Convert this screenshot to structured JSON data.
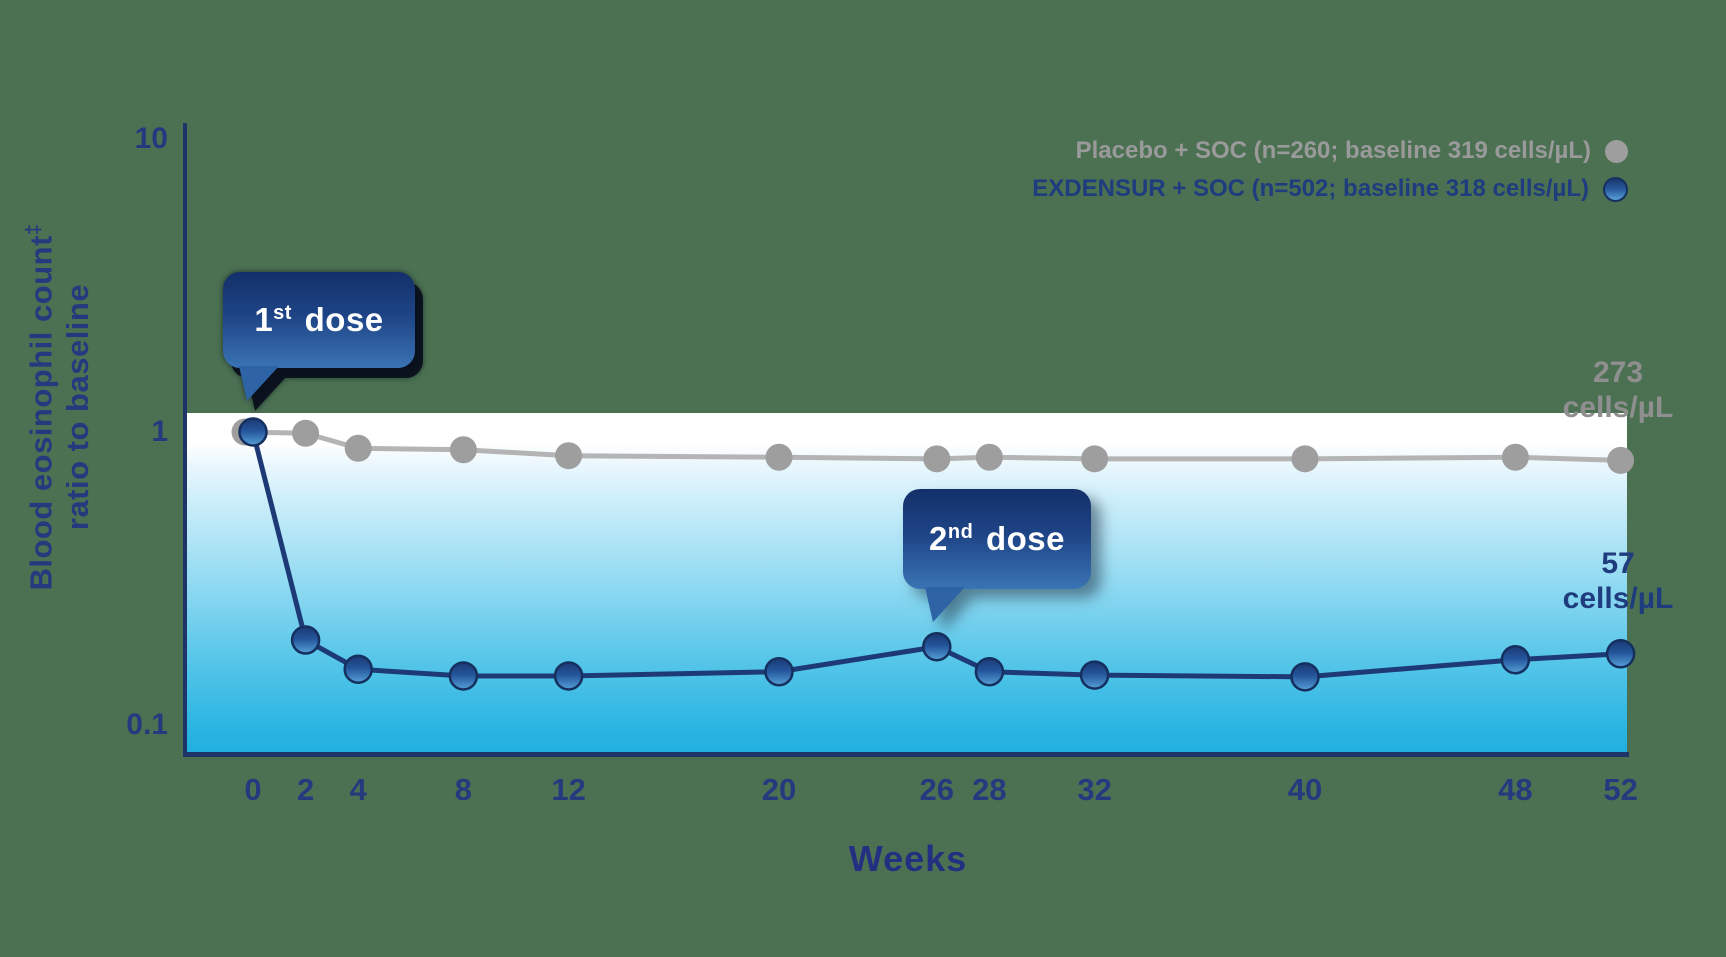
{
  "legend": {
    "items": [
      {
        "name": "placebo",
        "label": "Placebo + SOC (n=260; baseline 319 cells/µL)",
        "text_color": "#9a9a9a",
        "marker": "gray-dot"
      },
      {
        "name": "exdensur",
        "label": "EXDENSUR + SOC (n=502; baseline 318 cells/µL)",
        "text_color": "#1e3c7e",
        "marker": "navy-dot"
      }
    ]
  },
  "y_axis": {
    "title_line1": "Blood eosinophil count",
    "title_sup": "‡",
    "title_line2": "ratio to baseline",
    "tick_labels": [
      "10",
      "1",
      "0.1"
    ]
  },
  "x_axis": {
    "title": "Weeks"
  },
  "callouts": {
    "first": {
      "num": "1",
      "sup": "st",
      "rest": "dose"
    },
    "second": {
      "num": "2",
      "sup": "nd",
      "rest": "dose"
    }
  },
  "annotations": {
    "placebo_end": {
      "value": "273",
      "unit": "cells/µL"
    },
    "exdensur_end": {
      "value": "57",
      "unit": "cells/µL"
    }
  },
  "chart_data": {
    "type": "line",
    "x": [
      0,
      2,
      4,
      8,
      12,
      20,
      26,
      28,
      32,
      40,
      48,
      52
    ],
    "x_ticks": [
      "0",
      "2",
      "4",
      "8",
      "12",
      "20",
      "26",
      "28",
      "32",
      "40",
      "48",
      "52"
    ],
    "xlabel": "Weeks",
    "ylabel": "Blood eosinophil count‡ ratio to baseline",
    "y_scale": "log",
    "y_ticks": [
      10,
      1,
      0.1
    ],
    "ylim": [
      0.08,
      10
    ],
    "grid": false,
    "legend_position": "top-right",
    "series": [
      {
        "name": "Placebo + SOC (n=260; baseline 319 cells/µL)",
        "line_color": "#b4b4b4",
        "marker_color": "#9e9e9e",
        "values": [
          1.0,
          0.99,
          0.88,
          0.87,
          0.83,
          0.82,
          0.81,
          0.82,
          0.81,
          0.81,
          0.82,
          0.8
        ]
      },
      {
        "name": "EXDENSUR + SOC (n=502; baseline 318 cells/µL)",
        "line_color": "#1d3a76",
        "marker_color": "navy-gradient",
        "values": [
          1.0,
          0.195,
          0.155,
          0.147,
          0.147,
          0.152,
          0.185,
          0.152,
          0.148,
          0.146,
          0.167,
          0.175
        ]
      }
    ],
    "annotations": [
      {
        "text": "1st dose",
        "week": 0
      },
      {
        "text": "2nd dose",
        "week": 26
      },
      {
        "text": "273 cells/µL",
        "series": "Placebo + SOC"
      },
      {
        "text": "57 cells/µL",
        "series": "EXDENSUR + SOC"
      }
    ]
  },
  "colors": {
    "background": "#4b7152",
    "axis": "#1e3468",
    "navy_text": "#243a7f",
    "gradient_bottom": "#1fafdf",
    "callout_top": "#13306a",
    "callout_bottom": "#3a74b4"
  }
}
